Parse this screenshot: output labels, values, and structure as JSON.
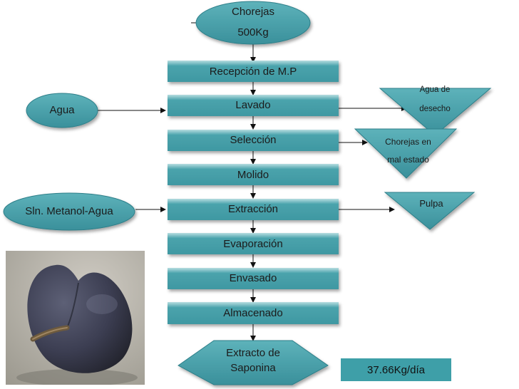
{
  "start": {
    "line1": "Chorejas",
    "line2": "500Kg"
  },
  "steps": [
    "Recepción de M.P",
    "Lavado",
    "Selección",
    "Molido",
    "Extracción",
    "Evaporación",
    "Envasado",
    "Almacenado"
  ],
  "inputs": {
    "water": "Agua",
    "solvent": "Sln. Metanol-Agua"
  },
  "outputs": {
    "waste_water": {
      "line1": "Agua de",
      "line2": "desecho"
    },
    "bad_chorejas": {
      "line1": "Chorejas en",
      "line2": "mal estado"
    },
    "pulp": "Pulpa"
  },
  "product": {
    "line1": "Extracto de",
    "line2": "Saponina"
  },
  "rate": "37.66Kg/día",
  "colors": {
    "box": "#4aa3ac",
    "box_light": "#a6d4d8",
    "oval": "#3d98a3",
    "badge": "#3e9fa8"
  }
}
